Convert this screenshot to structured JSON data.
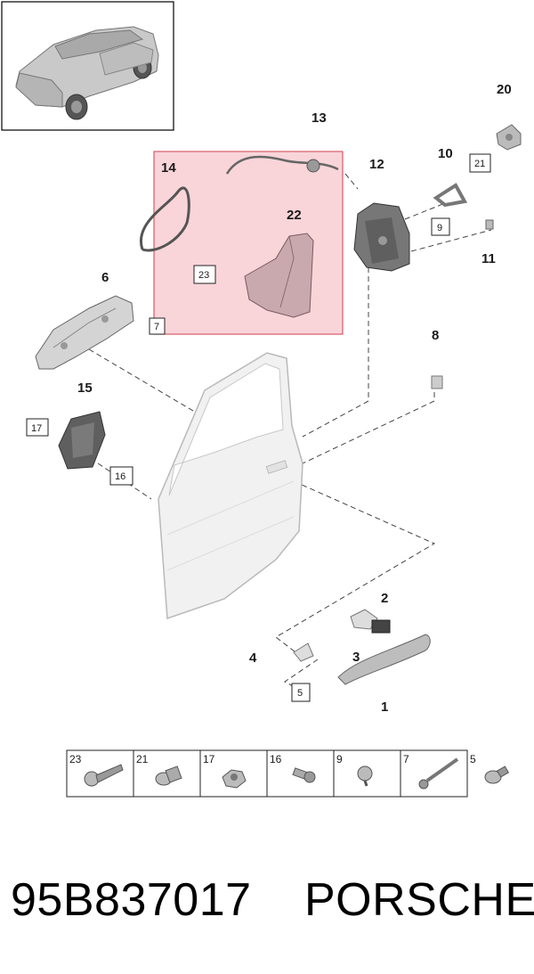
{
  "diagram": {
    "callouts": [
      {
        "id": "c1",
        "label": "1"
      },
      {
        "id": "c2",
        "label": "2"
      },
      {
        "id": "c3",
        "label": "3"
      },
      {
        "id": "c4",
        "label": "4"
      },
      {
        "id": "c6",
        "label": "6"
      },
      {
        "id": "c8",
        "label": "8"
      },
      {
        "id": "c10",
        "label": "10"
      },
      {
        "id": "c11",
        "label": "11"
      },
      {
        "id": "c12",
        "label": "12"
      },
      {
        "id": "c13",
        "label": "13"
      },
      {
        "id": "c14",
        "label": "14"
      },
      {
        "id": "c15",
        "label": "15"
      },
      {
        "id": "c20",
        "label": "20"
      },
      {
        "id": "c22",
        "label": "22"
      }
    ],
    "boxed_refs": [
      {
        "id": "b5",
        "label": "5"
      },
      {
        "id": "b7",
        "label": "7"
      },
      {
        "id": "b9",
        "label": "9"
      },
      {
        "id": "b16",
        "label": "16"
      },
      {
        "id": "b17",
        "label": "17"
      },
      {
        "id": "b21",
        "label": "21"
      },
      {
        "id": "b23",
        "label": "23"
      }
    ],
    "highlight_color": "#f9d5da",
    "highlight_border": "#d65a68"
  },
  "fastener_legend": [
    {
      "number": "23",
      "icon": "self-tapping-screw-icon"
    },
    {
      "number": "21",
      "icon": "flat-head-bolt-icon"
    },
    {
      "number": "17",
      "icon": "hex-nut-icon"
    },
    {
      "number": "16",
      "icon": "flange-bolt-icon"
    },
    {
      "number": "9",
      "icon": "torx-screw-icon"
    },
    {
      "number": "7",
      "icon": "long-bolt-icon"
    },
    {
      "number": "5",
      "icon": "pan-head-screw-icon"
    }
  ],
  "footer": {
    "part_number": "95B837017",
    "brand": "PORSCHE"
  }
}
